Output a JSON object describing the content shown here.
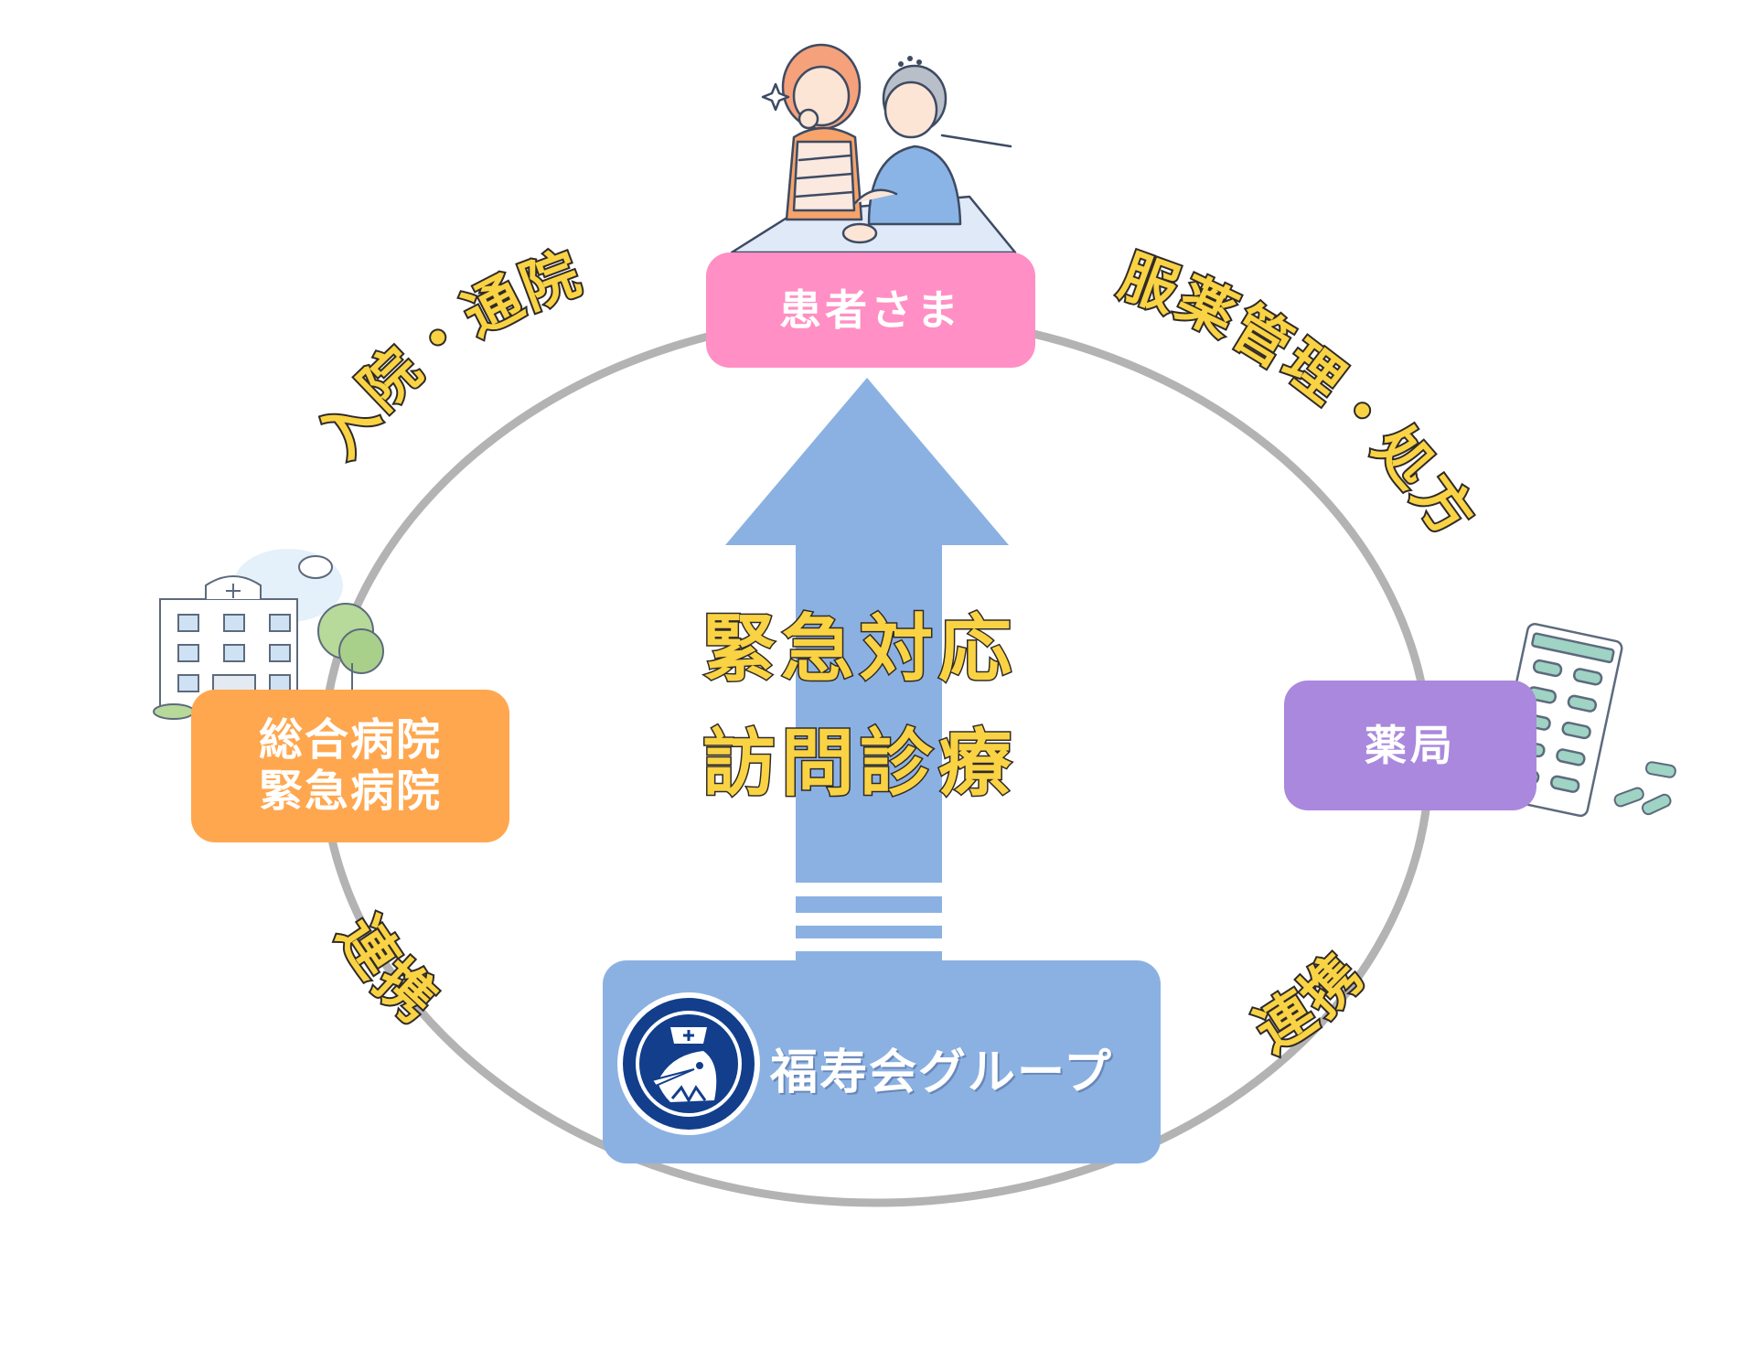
{
  "nodes": {
    "patient": "患者さま",
    "hospital_line1": "総合病院",
    "hospital_line2": "緊急病院",
    "pharmacy": "薬局",
    "group": "福寿会グループ"
  },
  "center": {
    "line1": "緊急対応",
    "line2": "訪問診療"
  },
  "edges": {
    "hospital_patient": "入院・通院",
    "patient_pharmacy": "服薬管理・処方",
    "hospital_group": "連携",
    "pharmacy_group": "連携"
  },
  "colors": {
    "patient": "#ff8fc4",
    "hospital": "#ffa74f",
    "pharmacy": "#aa88dd",
    "group": "#8bb1e2",
    "arrow": "#8bb1e2",
    "ring": "#b3b3b3",
    "edge_label": "#f9d343",
    "edge_label_outline": "#2f2a2a"
  },
  "icons": {
    "patient": "family-caregiver-illustration",
    "hospital": "hospital-building-illustration",
    "pharmacy": "pill-blister-pack-illustration",
    "group": "bird-nurse-logo"
  }
}
